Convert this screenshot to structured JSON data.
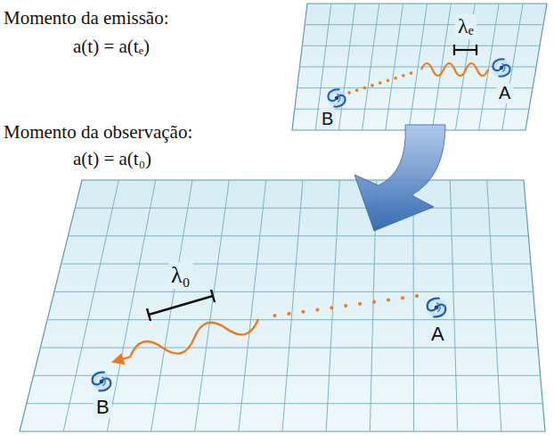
{
  "diagram": {
    "labels": [
      "Momento da emissão:",
      "a(t) = a(tₑ)",
      "λₑ",
      "B",
      "A",
      "Momento da observação:",
      "a(t) = a(t₀)",
      "λ₀",
      "A",
      "B"
    ]
  }
}
